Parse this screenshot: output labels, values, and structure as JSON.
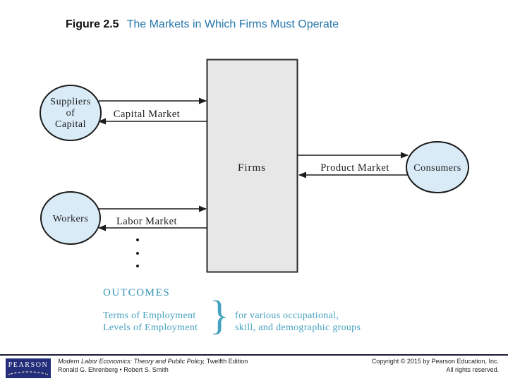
{
  "colors": {
    "accent_blue": "#2878ad",
    "teal": "#3292b4",
    "teal_light": "#46a2bf",
    "ellipse_fill": "#d9ebf7",
    "box_fill": "#e7e7e7",
    "line_color": "#1b1b1b",
    "footer_bar": "#1b1b35",
    "logo_navy": "#232d7a"
  },
  "title": {
    "figure_label": "Figure 2.5",
    "figure_title": "The Markets in Which Firms Must Operate"
  },
  "diagram": {
    "nodes": {
      "suppliers": {
        "line1": "Suppliers",
        "line2": "of",
        "line3": "Capital"
      },
      "workers": {
        "label": "Workers"
      },
      "consumers": {
        "label": "Consumers"
      },
      "firms": {
        "label": "Firms"
      }
    },
    "markets": {
      "capital": "Capital Market",
      "labor": "Labor Market",
      "product": "Product Market"
    }
  },
  "outcomes": {
    "heading": "OUTCOMES",
    "left_line1": "Terms of Employment",
    "left_line2": "Levels of Employment",
    "brace": "}",
    "right_line1": "for various occupational,",
    "right_line2": "skill, and demographic groups"
  },
  "footer": {
    "logo_text": "PEARSON",
    "book_title_italic": "Modern Labor Economics: Theory and Public Policy,",
    "book_edition": " Twelfth Edition",
    "authors": "Ronald G. Ehrenberg • Robert S. Smith",
    "copyright_line1": "Copyright © 2015 by Pearson Education, Inc.",
    "copyright_line2": "All rights reserved."
  }
}
